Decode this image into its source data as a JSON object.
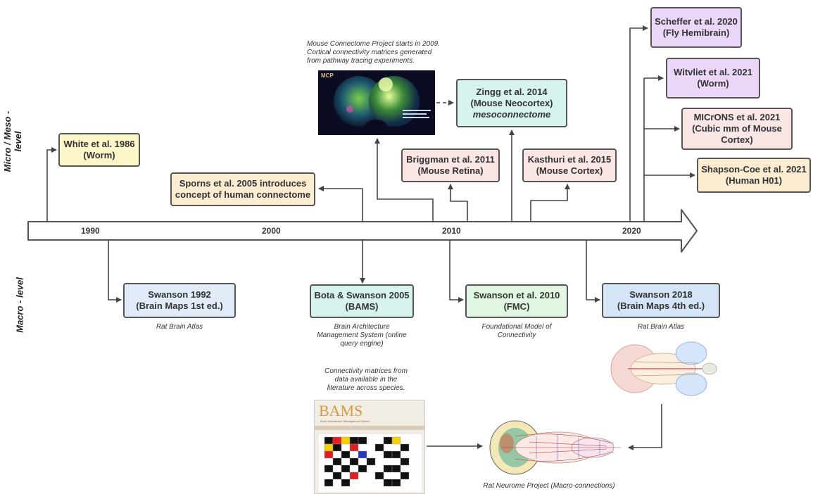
{
  "side_labels": {
    "micro": "Micro / Meso -\nlevel",
    "macro": "Macro - level"
  },
  "years": [
    "1990",
    "2000",
    "2010",
    "2020"
  ],
  "boxes": {
    "white": {
      "line1": "White et al. 1986",
      "line2": "(Worm)"
    },
    "sporns": {
      "line1": "Sporns et al. 2005 introduces",
      "line2": "concept of human connectome"
    },
    "zingg": {
      "line1": "Zingg et al. 2014",
      "line2": "(Mouse Neocortex)",
      "line3": "mesoconnectome"
    },
    "briggman": {
      "line1": "Briggman et al. 2011",
      "line2": "(Mouse Retina)"
    },
    "kasthuri": {
      "line1": "Kasthuri et al. 2015",
      "line2": "(Mouse Cortex)"
    },
    "scheffer": {
      "line1": "Scheffer et al. 2020",
      "line2": "(Fly Hemibrain)"
    },
    "witvliet": {
      "line1": "Witvliet et al. 2021",
      "line2": "(Worm)"
    },
    "microns": {
      "line1": "MICrONS et al. 2021",
      "line2": "(Cubic mm of Mouse",
      "line3": "Cortex)"
    },
    "shapson": {
      "line1": "Shapson-Coe et al. 2021",
      "line2": "(Human H01)"
    },
    "swanson1992": {
      "line1": "Swanson 1992",
      "line2": "(Brain Maps 1st ed.)"
    },
    "bota": {
      "line1": "Bota & Swanson 2005",
      "line2": "(BAMS)"
    },
    "swanson2010": {
      "line1": "Swanson et al. 2010",
      "line2": "(FMC)"
    },
    "swanson2018": {
      "line1": "Swanson 2018",
      "line2": "(Brain Maps 4th ed.)"
    }
  },
  "notes": {
    "mcp": "Mouse Connectome Project starts in 2009.\nCortical connectivity matrices generated\nfrom pathway tracing experiments.",
    "rat_atlas_1": "Rat Brain Atlas",
    "bams_desc": "Brain Architecture\nManagement System (online\nquery engine)",
    "fmc_desc": "Foundational Model of\nConnectivity",
    "rat_atlas_2": "Rat Brain Atlas",
    "conn_matrices": "Connectivity matrices from\ndata available in the\nliterature across species.",
    "rat_neurome": "Rat Neurome Project (Macro-connections)"
  },
  "images": {
    "bams_logo": "BAMS",
    "bams_sub": "Brain Architecture Management System",
    "mcp_logo": "MCP"
  },
  "colors": {
    "yellow": "#fdf6c9",
    "orange": "#fbecd2",
    "pink": "#fbe6e6",
    "teal": "#d6f3ee",
    "purple": "#ead7f7",
    "blue": "#e2ecf9",
    "green": "#e1f5e3",
    "line": "#555555"
  }
}
